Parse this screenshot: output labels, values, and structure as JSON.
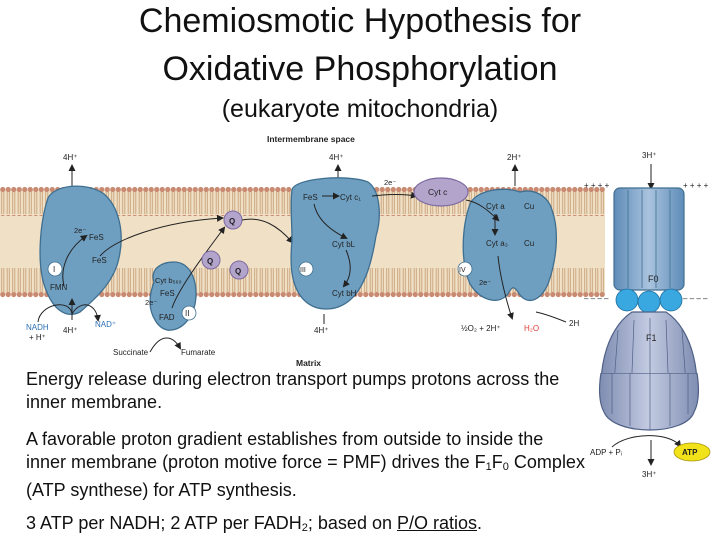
{
  "title": {
    "line1": "Chemiosmotic Hypothesis for",
    "line2": "Oxidative Phosphorylation",
    "line3": "(eukaryote mitochondria)"
  },
  "diagram": {
    "intermembrane_label": "Intermembrane space",
    "matrix_label": "Matrix",
    "complex1": {
      "numeral": "I",
      "h_top": "4H⁺",
      "fes1": "FeS",
      "fes2": "FeS",
      "fmn": "FMN",
      "e": "2e⁻",
      "nadh": "NADH",
      "h_plus": "+ H⁺",
      "h_bottom": "4H⁺",
      "nad": "NAD⁺"
    },
    "complex2": {
      "numeral": "II",
      "cyt": "Cyt b₅₆₀",
      "e": "2e⁻",
      "fes": "FeS",
      "fad": "FAD",
      "succinate": "Succinate",
      "fumarate": "Fumarate"
    },
    "quinones": [
      "Q",
      "Q",
      "Q"
    ],
    "complex3": {
      "numeral": "III",
      "h_top": "4H⁺",
      "e": "2e⁻",
      "fes": "FeS",
      "cytc1": "Cyt c₁",
      "cytbl": "Cyt bL",
      "cytbh": "Cyt bH",
      "h_bottom": "4H⁺"
    },
    "cytc": "Cyt c",
    "complex4": {
      "numeral": "IV",
      "h_top": "2H⁺",
      "cyta": "Cyt a",
      "cu1": "Cu",
      "cyta3": "Cyt a₃",
      "cu2": "Cu",
      "e": "2e⁻",
      "oxygen": "½O₂ + 2H⁺",
      "water": "H₂O",
      "h_bottom": "2H"
    },
    "atp_synthase": {
      "h_top": "3H⁺",
      "f0": "F0",
      "f1": "F1",
      "adp": "ADP + Pᵢ",
      "atp": "ATP",
      "h_bottom": "3H⁺"
    },
    "plus_signs": "+ + + +",
    "minus_signs": "– – – –"
  },
  "body_text": {
    "para1": "Energy release during electron transport pumps protons across the inner membrane.",
    "para2_start": "A favorable proton gradient establishes from outside to inside the inner membrane (proton motive force = PMF) drives the F",
    "para2_sub1": "1",
    "para2_mid": "F",
    "para2_sub2": "0",
    "para2_end": " Complex (ATP synthese) for ATP synthesis.",
    "para3_start": "3 ATP per NADH; 2 ATP per FADH",
    "para3_sub": "2",
    "para3_mid": "; based on ",
    "para3_link": "P/O ratios",
    "para3_end": "."
  },
  "colors": {
    "protein_blue": "#6f9fc0",
    "protein_dark": "#3f6f90",
    "cytc_purple": "#b3a4cc",
    "membrane_tan": "#e8d3b0",
    "lipid_head": "#c98a72",
    "f0_cyan": "#39a7e0",
    "f1_grey": "#9aa7c6",
    "atp_yellow": "#f2e219",
    "water_red": "#e0403a",
    "nadh_blue": "#2c6fb5"
  }
}
